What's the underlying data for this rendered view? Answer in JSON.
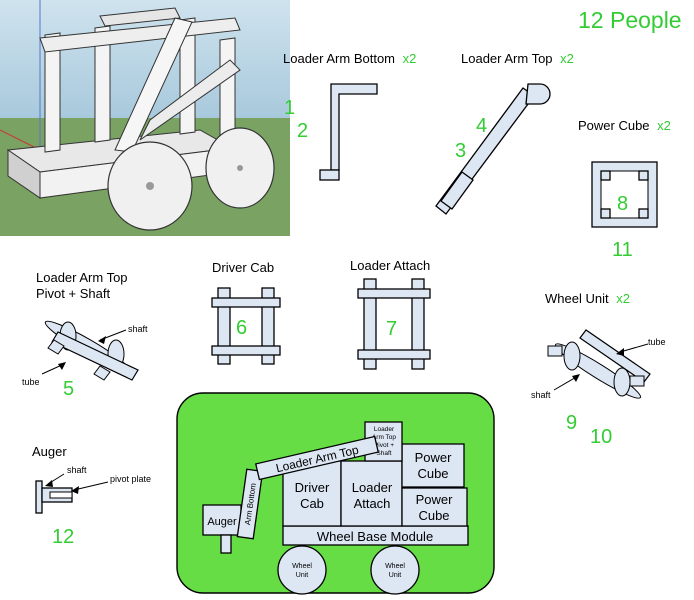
{
  "header": {
    "people_count": "12 People"
  },
  "parts": {
    "loader_arm_bottom": {
      "label": "Loader Arm Bottom",
      "qty": "x2",
      "nums": [
        "1",
        "2"
      ]
    },
    "loader_arm_top": {
      "label": "Loader Arm Top",
      "qty": "x2",
      "nums": [
        "3",
        "4"
      ]
    },
    "power_cube": {
      "label": "Power Cube",
      "qty": "x2",
      "nums": [
        "8",
        "11"
      ]
    },
    "pivot_shaft": {
      "label_line1": "Loader Arm Top",
      "label_line2": "Pivot + Shaft",
      "num": "5",
      "shaft": "shaft",
      "tube": "tube"
    },
    "driver_cab": {
      "label": "Driver Cab",
      "num": "6"
    },
    "loader_attach": {
      "label": "Loader Attach",
      "num": "7"
    },
    "wheel_unit": {
      "label": "Wheel Unit",
      "qty": "x2",
      "nums": [
        "9",
        "10"
      ],
      "tube": "tube",
      "shaft": "shaft"
    },
    "auger": {
      "label": "Auger",
      "num": "12",
      "shaft": "shaft",
      "pivot_plate": "pivot plate"
    }
  },
  "assembly": {
    "loader_arm_top": "Loader Arm Top",
    "pivot_shaft": [
      "Loader",
      "Arm Top",
      "Pivot +",
      "Shaft"
    ],
    "power_cube_1": [
      "Power",
      "Cube"
    ],
    "power_cube_2": [
      "Power",
      "Cube"
    ],
    "driver_cab": [
      "Driver",
      "Cab"
    ],
    "loader_attach": [
      "Loader",
      "Attach"
    ],
    "arm_bottom": "Arm Bottom",
    "auger": "Auger",
    "wheel_base": "Wheel Base Module",
    "wheel_1": [
      "Wheel",
      "Unit"
    ],
    "wheel_2": [
      "Wheel",
      "Unit"
    ]
  },
  "colors": {
    "accent_green": "#33cc33",
    "assembly_bg": "#66dd44",
    "box_fill": "#dde6f3"
  }
}
